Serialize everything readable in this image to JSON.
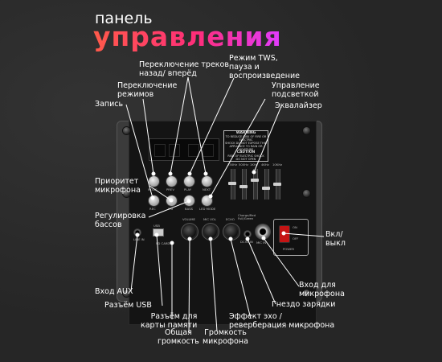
{
  "header": {
    "subtitle": "панель",
    "title": "управления"
  },
  "callouts": {
    "track_switch": "Переключение треков\nназад/ вперёд",
    "tws_mode": "Режим TWS,\nпауза и\nвоспроизведение",
    "mode_switch": "Переключение\nрежимов",
    "backlight": "Управление\nподсветкой",
    "record": "Запись",
    "equalizer": "Эквалайзер",
    "mic_priority": "Приоритет\nмикрофона",
    "bass": "Регулировка\nбассов",
    "power": "Вкл/\nвыкл",
    "aux": "Вход AUX",
    "usb": "Разъём USB",
    "sd": "Разъём для\nкарты памяти",
    "master_volume": "Общая\nгромкость",
    "mic_volume": "Громкость\nмикрофона",
    "echo": "Эффект эхо /\nреверберация микрофона",
    "charge": "Гнездо зарядки",
    "mic_in": "Вход для\nмикрофона"
  },
  "panel": {
    "warning_title": "WARNING",
    "warning_text": "TO REDUCE RISK OF FIRE OR ELECTRIC\nSHOCK DO NOT EXPOSE THIS\nAPPLIANCE TO RAIN OR MOISTURE",
    "caution_title": "CAUTION",
    "caution_text": "RISK OF ELECTRIC SHOCK\nDO NOT OPEN",
    "eq_bands": [
      "250Hz",
      "500Hz",
      "1KHz",
      "4KHz",
      "10KHz"
    ],
    "btn_labels": [
      "MODE",
      "PREV",
      "PLAY",
      "NEXT"
    ],
    "btn2_labels": [
      "REC",
      "PRI",
      "BASS",
      "LED MODE"
    ],
    "knob_labels": [
      "VOLUME",
      "MIC VOL",
      "ECHO"
    ],
    "jack_labels": [
      "LINE IN",
      "USB",
      "SD CARD",
      "DC5V IN",
      "MIC IN"
    ],
    "power_on": "ON",
    "power_off": "OFF",
    "power_label": "POWER",
    "charge_label": "Charge/Red\nFull/Green"
  }
}
